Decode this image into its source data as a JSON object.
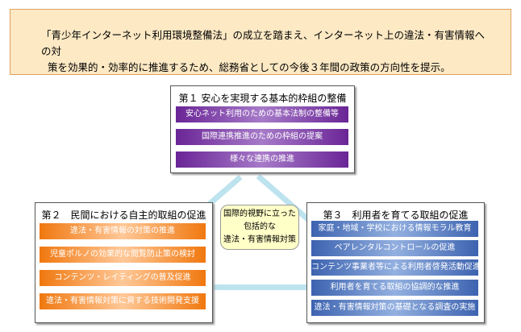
{
  "intro": {
    "line1": "「青少年インターネット利用環境整備法」の成立を踏まえ、インターネット上の違法・有害情報への対",
    "line2": "策を効果的・効率的に推進するため、総務省としての今後３年間の政策の方向性を提示。"
  },
  "pillar1": {
    "title": "第１ 安心を実現する基本的枠組の整備",
    "items": [
      "安心ネット利用のための基本法制の整備等",
      "国際連携推進のための枠組の提案",
      "様々な連携の推進"
    ]
  },
  "pillar2": {
    "title": "第２　民間における自主的取組の促進",
    "items": [
      "違法・有害情報の対策の推進",
      "児童ポルノの効果的な閲覧防止策の検討",
      "コンテンツ・レイティングの普及促進",
      "違法・有害情報対策に資する技術開発支援"
    ]
  },
  "pillar3": {
    "title": "第３　利用者を育てる取組の促進",
    "items": [
      "家庭・地域・学校における情報モラル教育",
      "ペアレンタルコントロールの促進",
      "コンテンツ事業者等による利用者啓発活動促進",
      "利用者を育てる取組の協調的な推進",
      "違法・有害情報対策の基礎となる調査の実施"
    ]
  },
  "center": {
    "lines": [
      "国際的視野に立った",
      "包括的な",
      "違法・有害情報対策"
    ]
  },
  "colors": {
    "pillar1": "#6a2596",
    "pillar2": "#f0780f",
    "pillar3": "#3d63b0",
    "connector": "#bde3ef",
    "intro_bg": "#fde9c4",
    "center_bg": "#ffffc8"
  }
}
